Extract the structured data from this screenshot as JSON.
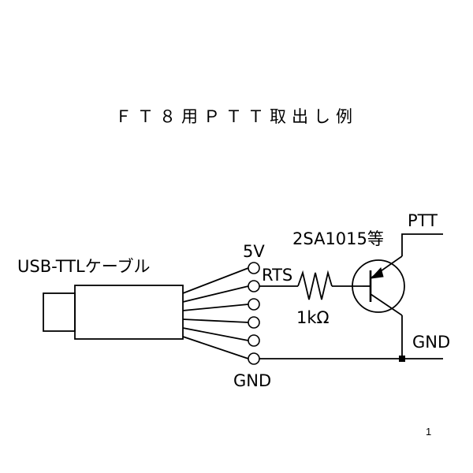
{
  "title": "ＦＴ８用ＰＴＴ取出し例",
  "labels": {
    "cable": "USB-TTLケーブル",
    "pin_5v": "5V",
    "pin_rts": "RTS",
    "pin_gnd": "GND",
    "transistor": "2SA1015等",
    "resistor": "1kΩ",
    "ptt": "PTT",
    "gnd_out": "GND"
  },
  "page_number": "1"
}
